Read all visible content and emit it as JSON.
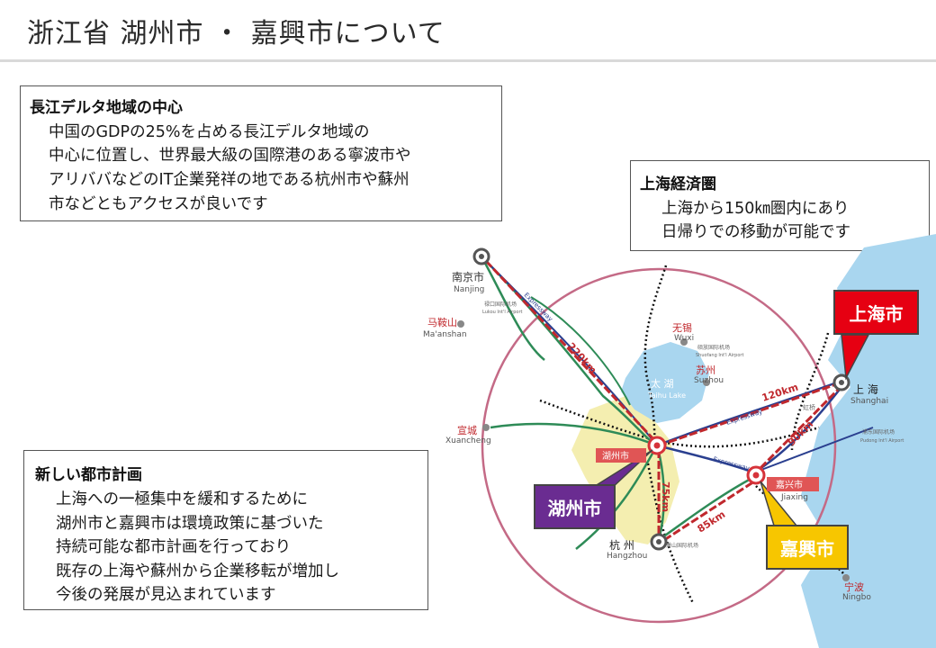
{
  "header": {
    "title": "浙江省 湖州市 ・ 嘉興市について"
  },
  "box_delta": {
    "heading": "長江デルタ地域の中心",
    "lines": [
      "中国のGDPの25%を占める長江デルタ地域の",
      "中心に位置し、世界最大級の国際港のある寧波市や",
      "アリババなどのIT企業発祥の地である杭州市や蘇州",
      "市などともアクセスが良いです"
    ]
  },
  "box_shanghai": {
    "heading": "上海経済圏",
    "lines": [
      "上海から150㎞圏内にあり",
      "日帰りでの移動が可能です"
    ]
  },
  "box_plan": {
    "heading": "新しい都市計画",
    "lines": [
      "上海への一極集中を緩和するために",
      "湖州市と嘉興市は環境政策に基づいた",
      "持続可能な都市計画を行っており",
      "既存の上海や蘇州から企業移転が増加し",
      "今後の発展が見込まれています"
    ]
  },
  "callouts": {
    "shanghai": "上海市",
    "huzhou": "湖州市",
    "jiaxing": "嘉興市"
  },
  "map": {
    "cities": {
      "nanjing_cn": "南京市",
      "nanjing_en": "Nanjing",
      "maanshan_cn": "马鞍山",
      "maanshan_en": "Ma'anshan",
      "wuxi_cn": "无锡",
      "wuxi_en": "Wuxi",
      "suzhou_cn": "苏州",
      "suzhou_en": "Suzhou",
      "shanghai_cn": "上 海",
      "shanghai_en": "Shanghai",
      "xuancheng_cn": "宣城",
      "xuancheng_en": "Xuancheng",
      "huzhou_cn": "湖州市",
      "jiaxing_cn": "嘉兴市",
      "jiaxing_en": "Jiaxing",
      "hangzhou_cn": "杭 州",
      "hangzhou_en": "Hangzhou",
      "ningbo_cn": "宁波",
      "ningbo_en": "Ningbo"
    },
    "lake": {
      "cn": "太 湖",
      "en": "Taihu Lake"
    },
    "airports": {
      "lukou": "禄口国际机场",
      "lukou_en": "Lukou Int'l Airport",
      "shuofang": "硕放国际机场",
      "shuofang_en": "Shuofang Int'l Airport",
      "hongqiao": "虹桥",
      "pudong": "浦东国际机场",
      "pudong_en": "Pudong Int'l Airport",
      "xiaoshan": "萧山国际机场"
    },
    "distances": {
      "d220": "220km",
      "d120": "120km",
      "d90": "90km",
      "d75": "75km",
      "d85": "85km"
    },
    "expressway": "Expressway"
  },
  "colors": {
    "shanghai": "#e60012",
    "huzhou": "#6a2c91",
    "jiaxing": "#f7c600",
    "sea": "#a9d6ef",
    "lake": "#a9d6ef",
    "region": "#f4eeb0",
    "circle": "#c46a86"
  }
}
